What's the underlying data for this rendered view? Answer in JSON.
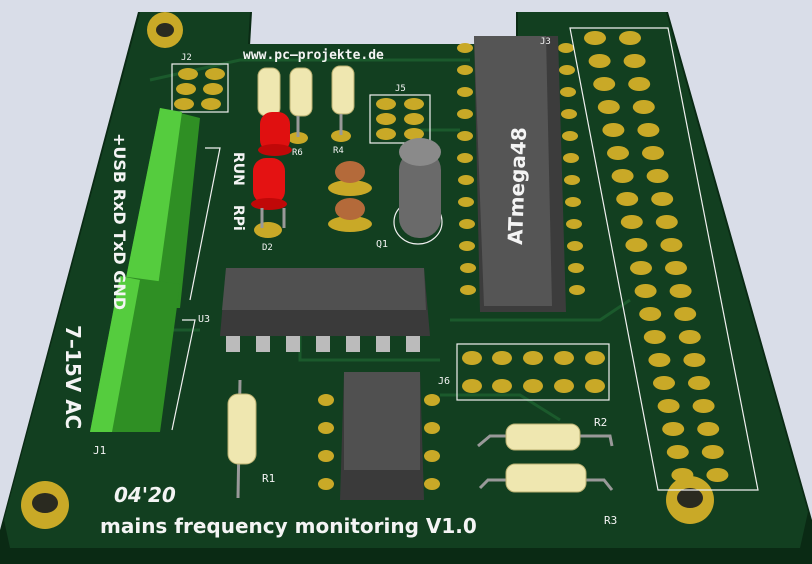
{
  "board": {
    "url_text": "www.pc—projekte.de",
    "date": "04'20",
    "title": "mains frequency monitoring V1.0",
    "connector_labels": "+USB RxD TxD GND",
    "power_label": "7–15V AC",
    "led_labels": [
      "RUN",
      "RPi"
    ],
    "chip_label": "ATmega48",
    "refs": {
      "J1": "J1",
      "J2": "J2",
      "J3": "J3",
      "J5": "J5",
      "J6": "J6",
      "R1": "R1",
      "R2": "R2",
      "R3": "R3",
      "R4": "R4",
      "R6": "R6",
      "D2": "D2",
      "Q1": "Q1",
      "U3": "U3"
    }
  },
  "colors": {
    "pcb": "#0f3a1c",
    "silk": "#f4f4f4",
    "pad": "#c9a927",
    "led": "#e01010",
    "terminal": "#4fc23a",
    "ic": "#4a4a4a",
    "background": "#d9dde8"
  }
}
